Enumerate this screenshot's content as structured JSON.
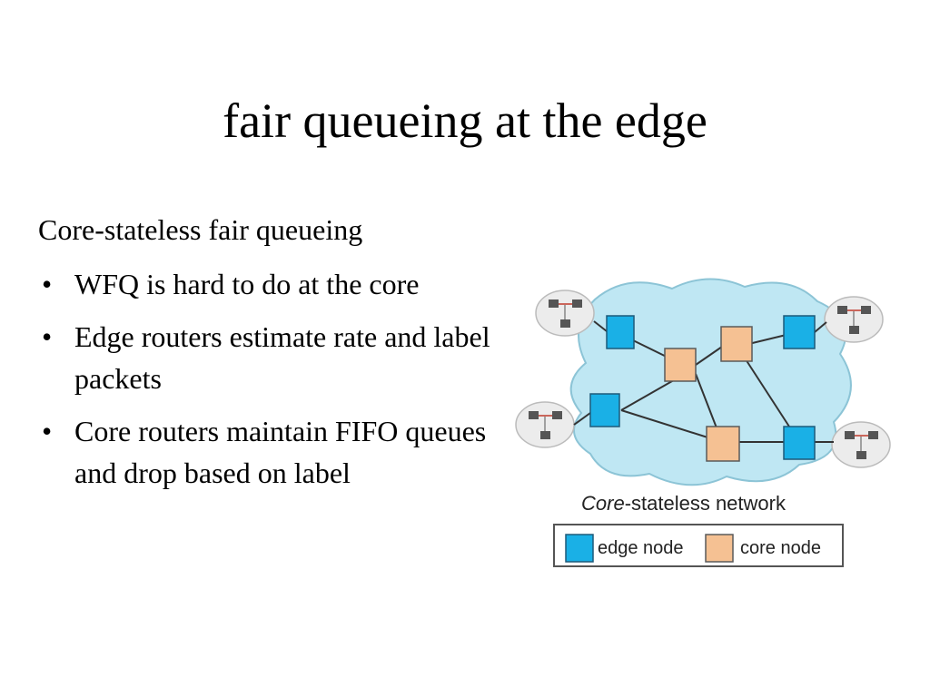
{
  "slide": {
    "title": "fair queueing at the edge",
    "intro": "Core-stateless fair queueing",
    "bullets": [
      "WFQ is hard to do at the core",
      "Edge routers estimate rate and label packets",
      "Core routers maintain FIFO queues and drop based on label"
    ]
  },
  "diagram": {
    "caption_italic": "Core",
    "caption_rest": "-stateless network",
    "legend": {
      "edge": "edge node",
      "core": "core node"
    },
    "colors": {
      "edge": "#1ab0e6",
      "core": "#f5c193",
      "cloud": "#bfe7f3",
      "host_cloud": "#ececec"
    }
  }
}
